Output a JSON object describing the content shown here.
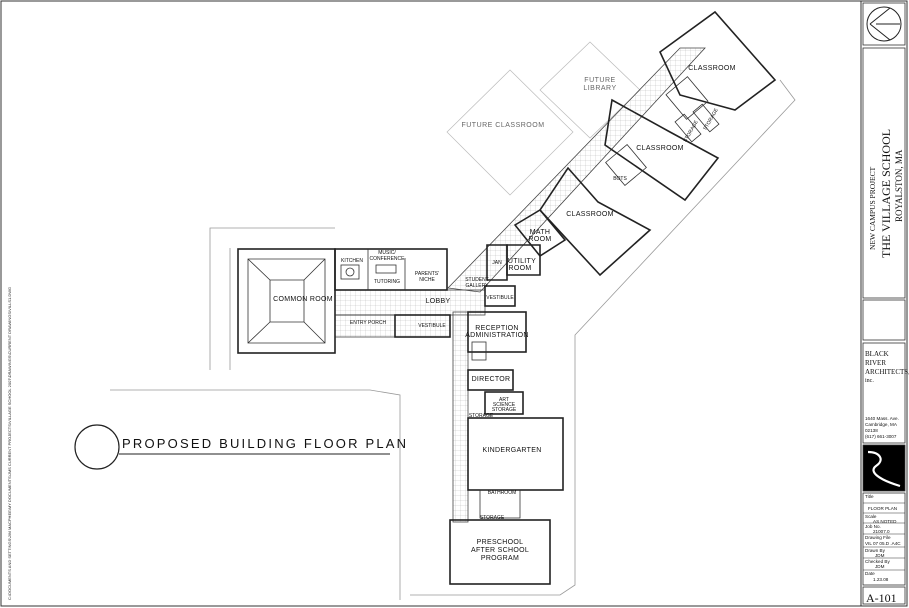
{
  "drawing": {
    "title": "PROPOSED BUILDING FLOOR PLAN",
    "file_path": "C:\\DOCUMENTS AND SETTINGS\\JIM MACPHEE\\MY DOCUMENTS\\JMS CURRENT PROJECTS\\VILLAGE SCHOOL 2007\\DRAWINGS\\CURRENT DRAWINGS\\VILLS1.DWG"
  },
  "rooms": {
    "classroom_1": "CLASSROOM",
    "classroom_2": "CLASSROOM",
    "classroom_3": "CLASSROOM",
    "future_library_1": "FUTURE",
    "future_library_2": "LIBRARY",
    "future_classroom": "FUTURE CLASSROOM",
    "math_room_1": "MATH",
    "math_room_2": "ROOM",
    "utility_room_1": "UTILITY",
    "utility_room_2": "ROOM",
    "jan": "JAN",
    "bots": "BOTS",
    "storage_1": "STORAGE",
    "storage_2": "STORAGE",
    "kitchen": "KITCHEN",
    "music_1": "MUSIC/",
    "music_2": "CONFERENCE",
    "tutoring": "TUTORING",
    "parents_niche_1": "PARENTS'",
    "parents_niche_2": "NICHE",
    "student_gallery_1": "STUDENT",
    "student_gallery_2": "GALLERY",
    "common_room": "COMMON ROOM",
    "entry_porch": "ENTRY PORCH",
    "vestibule_1": "VESTIBULE",
    "vestibule_2": "VESTIBULE",
    "lobby": "LOBBY",
    "reception_1": "RECEPTION",
    "reception_2": "ADMINISTRATION",
    "director": "DIRECTOR",
    "art_1": "ART",
    "art_2": "SCIENCE",
    "art_3": "STORAGE",
    "storage_3": "STORAGE",
    "kindergarten": "KINDERGARTEN",
    "bathroom": "BATHROOM",
    "storage_4": "STORAGE",
    "preschool_1": "PRESCHOOL",
    "preschool_2": "AFTER SCHOOL",
    "preschool_3": "PROGRAM"
  },
  "title_block": {
    "project_1": "NEW CAMPUS PROJECT",
    "project_2": "THE VILLAGE SCHOOL",
    "project_3": "ROYALSTON, MA",
    "firm_1": "BLACK",
    "firm_2": "RIVER",
    "firm_3": "ARCHITECTS,",
    "firm_4": "inc.",
    "address_1": "1640 Mass. Ave.",
    "address_2": "Cambridge, MA",
    "address_3": "02138",
    "address_4": "(617) 661-3007",
    "title_label": "Title",
    "title_value": "FLOOR PLAN",
    "scale_label": "Scale",
    "scale_value": "AS NOTED",
    "job_label": "Job No.",
    "job_value": "21007.0",
    "file_label": "Drawing File",
    "file_value": "VIL 07 05.D .A4C",
    "drawn_label": "Drawn By",
    "drawn_value": "JDM",
    "checked_label": "Checked By",
    "checked_value": "JDM",
    "date_label": "Date",
    "date_value": "1.23.08",
    "sheet_number": "A-101"
  }
}
